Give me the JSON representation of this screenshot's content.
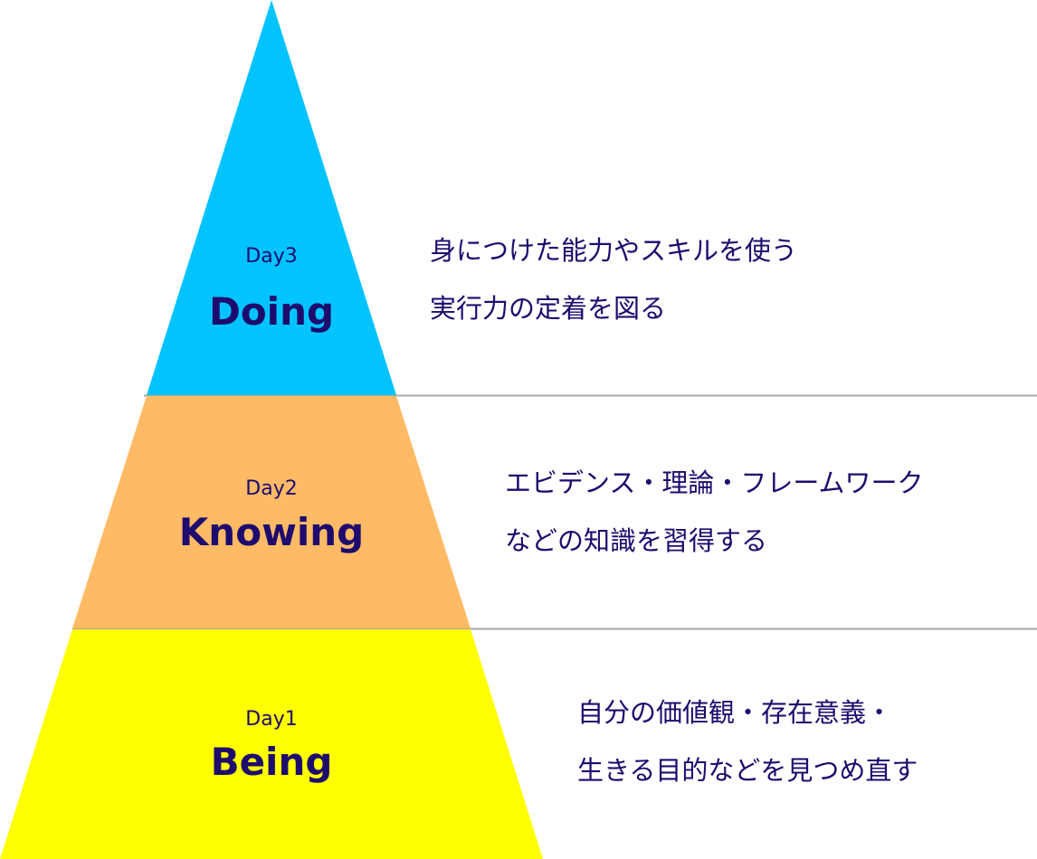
{
  "colors": {
    "doing": "#00c3ff",
    "knowing": "#ffba66",
    "being": "#ffff00",
    "text": "#1e0b6e",
    "divider": "#a8a8a8"
  },
  "levels": [
    {
      "day": "Day3",
      "name": "Doing",
      "description": [
        "身につけた能力やスキルを使う",
        "実行力の定着を図る"
      ]
    },
    {
      "day": "Day2",
      "name": "Knowing",
      "description": [
        "エビデンス・理論・フレームワーク",
        "などの知識を習得する"
      ]
    },
    {
      "day": "Day1",
      "name": "Being",
      "description": [
        "自分の価値観・存在意義・",
        "生きる目的などを見つめ直す"
      ]
    }
  ]
}
